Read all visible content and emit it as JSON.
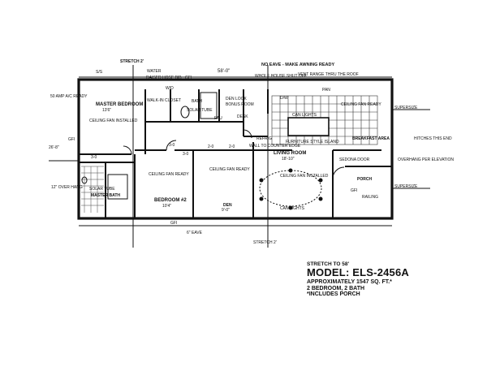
{
  "labels": {
    "stretch_top": "STRETCH 2'",
    "ss": "S/S",
    "water": "WATER",
    "raised_hose_bib": "RAISED HOSE BIB",
    "gfi_top": "GFI",
    "dimension_top": "58'-0\"",
    "no_eave": "NO EAVE - MAKE AWNING READY",
    "whole_house_shut_off": "WHOLE HOUSE SHUT OFF",
    "vent_range": "VENT RANGE THRU THE ROOF",
    "electrical": "50 AMP A/C READY",
    "master_bedroom": "MASTER BEDROOM",
    "master_bedroom_size": "13'6\"",
    "ceiling_fan_installed": "CEILING FAN INSTALLED",
    "walk_in_closet": "WALK-IN CLOSET",
    "wd": "W/D",
    "bath": "BATH",
    "solar_tube": "SOLAR TUBE",
    "den_look": "DEN LOOK",
    "bonus_room": "BONUS ROOM",
    "fau": "FAU",
    "desk": "DESK",
    "dw": "D/W",
    "pan": "PAN",
    "breakfast_area": "BREAKFAST AREA",
    "ceiling_fan_ready_kitchen": "CEILING FAN READY",
    "can_lights": "CAN LIGHTS",
    "furniture_style_island": "FURNITURE STYLE ISLAND",
    "refrig": "REFRIG",
    "wall_to_counter": "WALL TO COUNTER EDGE",
    "super_size": "SUPERSIZE",
    "hitches": "HITCHES THIS END",
    "gfi_left": "GFI",
    "dim_28": "26'-8\"",
    "three_0": "3-0",
    "two_0": "2-0",
    "bedroom2": "BEDROOM #2",
    "bedroom2_size": "10'4\"",
    "ceiling_fan_ready_b2": "CEILING FAN READY",
    "ceiling_fan_ready_den": "CEILING FAN READY",
    "den": "DEN",
    "den_size": "9'-0\"",
    "living_room": "LIVING ROOM",
    "living_room_size": "18'-10\"",
    "ceiling_fan_installed_lr": "CEILING FAN INSTALLED",
    "can_lights_lr": "CAN LIGHTS",
    "sedona_door": "SEDONA DOOR",
    "porch": "PORCH",
    "gfi_porch": "GFI",
    "railing": "RAILING",
    "overhang": "OVERHANG PER ELEVATION",
    "super_size2": "SUPERSIZE",
    "master_bath": "MASTER BATH",
    "solar_tube2": "SOLAR TUBE",
    "over_hang_left": "12\" OVER HANG",
    "six_eave": "6\" EAVE",
    "gfi_bottom": "GFI",
    "stretch_bottom": "STRETCH 2'"
  },
  "caption": {
    "stretch_to": "STRETCH TO 58'",
    "model": "MODEL: ELS-2456A",
    "sqft": "APPROXIMATELY 1547 SQ. FT.*",
    "beds_baths": "2 BEDROOM, 2 BATH",
    "note": "*INCLUDES PORCH"
  }
}
